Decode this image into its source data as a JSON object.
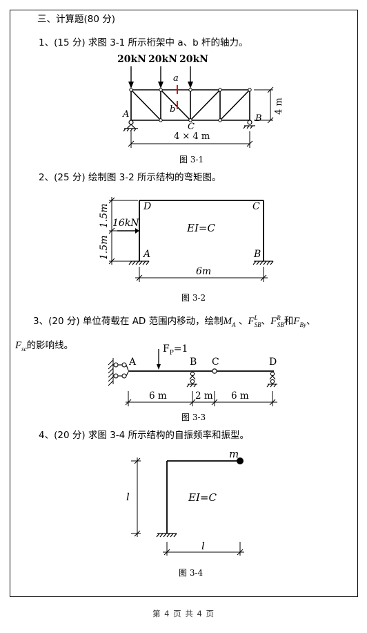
{
  "section": {
    "title": "三、计算题(80 分)"
  },
  "problems": [
    {
      "number": "1、",
      "score": "(15 分)",
      "text": "求图 3-1 所示桁架中 a、b 杆的轴力。"
    },
    {
      "number": "2、",
      "score": "(25 分)",
      "text": "绘制图 3-2 所示结构的弯矩图。"
    },
    {
      "number": "3、",
      "score": "(20 分)",
      "text": "单位荷载在 AD 范围内移动，绘制",
      "text_and": "和",
      "text_sep": "、",
      "text_tail": "的影响线。",
      "vars": [
        "M",
        "A",
        "F",
        "SB",
        "L",
        "F",
        "SB",
        "R",
        "F",
        "By",
        "F",
        "sc"
      ]
    },
    {
      "number": "4、",
      "score": "(20 分)",
      "text": "求图 3-4 所示结构的自振频率和振型。"
    }
  ],
  "fig1": {
    "caption": "图 3-1",
    "loads": [
      "20kN",
      "20kN",
      "20kN"
    ],
    "labels": {
      "a": "a",
      "b": "b",
      "A": "A",
      "B": "B",
      "C": "C"
    },
    "height_dim": "4 m",
    "span_dim": "4 × 4 m"
  },
  "fig2": {
    "caption": "图 3-2",
    "labels": {
      "D": "D",
      "C": "C",
      "A": "A",
      "B": "B"
    },
    "load": "16kN",
    "stiffness": "EI=C",
    "dim_upper": "1.5m",
    "dim_lower": "1.5m",
    "span": "6m"
  },
  "fig3": {
    "caption": "图 3-3",
    "load": "F",
    "load_sub": "P",
    "load_val": "=1",
    "labels": {
      "A": "A",
      "B": "B",
      "C": "C",
      "D": "D"
    },
    "dims": [
      "6 m",
      "2 m",
      "6 m"
    ]
  },
  "fig4": {
    "caption": "图 3-4",
    "mass": "m",
    "stiffness": "EI=C",
    "height": "l",
    "span": "l"
  },
  "footer": {
    "text": "第 4 页 共 4 页"
  }
}
